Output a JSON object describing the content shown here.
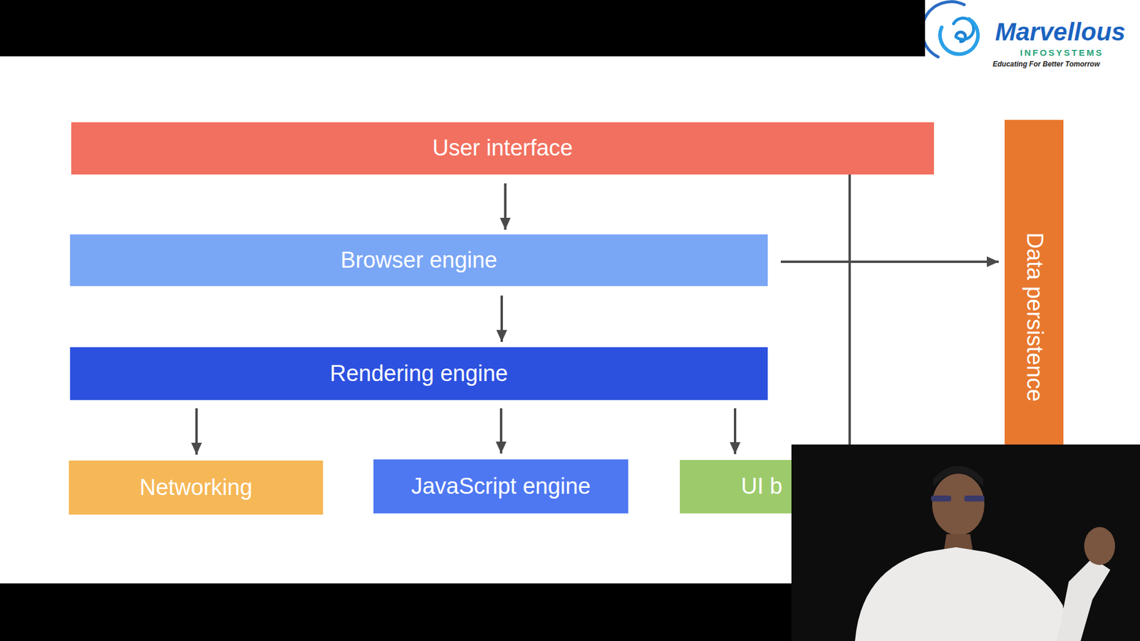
{
  "diagram": {
    "nodes": [
      {
        "text": [
          "User interface"
        ]
      },
      {
        "text": [
          "Browser engine"
        ]
      },
      {
        "text": [
          "Rendering engine"
        ]
      },
      {
        "text": [
          "Networking"
        ]
      },
      {
        "text": [
          "JavaScript engine"
        ]
      },
      {
        "text": [
          "UI b"
        ]
      },
      {
        "text": [
          "Data persistence"
        ]
      }
    ],
    "edges": [
      {
        "from": 0,
        "to": 1,
        "arrow": "to"
      },
      {
        "from": 1,
        "to": 2,
        "arrow": "to"
      },
      {
        "from": 2,
        "to": 3,
        "arrow": "to"
      },
      {
        "from": 2,
        "to": 4,
        "arrow": "to"
      },
      {
        "from": 2,
        "to": 5,
        "arrow": "to"
      },
      {
        "from": 1,
        "to": 6,
        "arrow": "to"
      },
      {
        "from": 0,
        "to": 5,
        "arrow": "none"
      }
    ],
    "labels": [
      "Marvellous",
      "INFOSYSTEMS",
      "Educating For Better Tomorrow"
    ]
  }
}
